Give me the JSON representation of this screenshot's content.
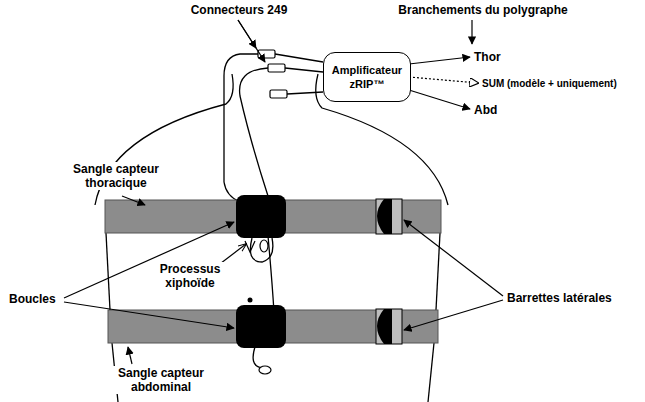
{
  "diagram": {
    "nodes": [
      {
        "text": [
          "Amplificateur zRIP™"
        ]
      }
    ],
    "labels": [
      "Connecteurs 249",
      "Branchements du polygraphe",
      "Thor",
      "SUM (modèle + uniquement)",
      "Abd",
      "Sangle capteur thoracique",
      "Boucles",
      "Processus xiphoïde",
      "Barrettes latérales",
      "Sangle capteur abdominal"
    ]
  }
}
